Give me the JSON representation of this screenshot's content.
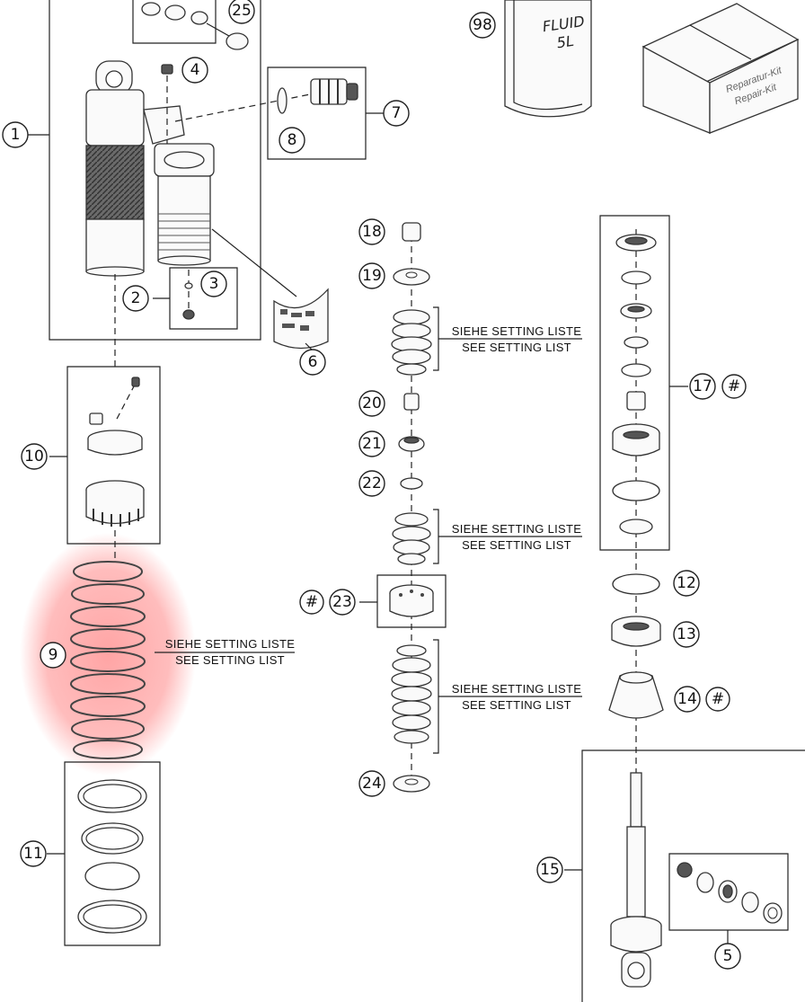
{
  "callouts": {
    "c1": "1",
    "c2": "2",
    "c3": "3",
    "c4": "4",
    "c5": "5",
    "c6": "6",
    "c7": "7",
    "c8": "8",
    "c9": "9",
    "c10": "10",
    "c11": "11",
    "c12": "12",
    "c13": "13",
    "c14": "14",
    "c15": "15",
    "c17": "17",
    "c18": "18",
    "c19": "19",
    "c20": "20",
    "c21": "21",
    "c22": "22",
    "c23": "23",
    "c24": "24",
    "c25": "25",
    "c98": "98",
    "hash": "#"
  },
  "notes": {
    "de": "SIEHE SETTING LISTE",
    "en": "SEE SETTING LIST"
  },
  "fluid_can": {
    "line1": "FLUID",
    "line2": "5L"
  },
  "repair_kit_box": {
    "line1": "Reparatur-Kit",
    "line2": "Repair-Kit"
  },
  "highlight": {
    "part": "9",
    "color": "#ff6b6b"
  }
}
